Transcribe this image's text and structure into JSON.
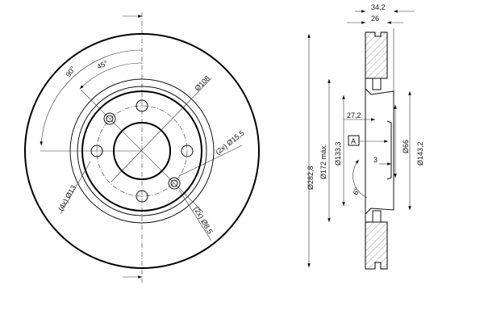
{
  "front_view": {
    "angle_90": "90°",
    "angle_45": "45°",
    "dia_108": "Ø108",
    "holes_15_5": "(2x) Ø15,5",
    "holes_13": "(4x) Ø13",
    "holes_8_5": "(2x) Ø8,5"
  },
  "section_view": {
    "width_34_2": "34,2",
    "width_26": "26",
    "dia_282_8": "Ø282,8",
    "dia_172_max": "Ø172 máx.",
    "dia_133_3": "Ø133,3",
    "dim_27_2": "27,2",
    "datum_a": "A",
    "dia_66": "Ø66",
    "dim_3": "3",
    "dia_143_2": "Ø143,2",
    "angle_small": "6°"
  }
}
